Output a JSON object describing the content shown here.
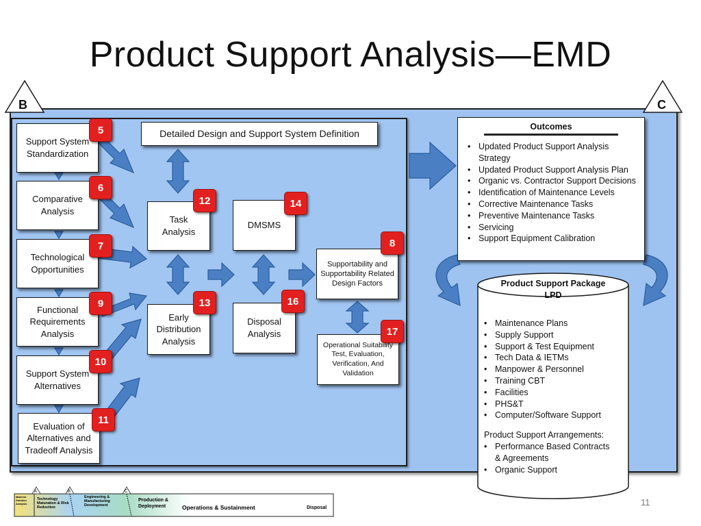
{
  "title": "Product Support Analysis—EMD",
  "milestones": {
    "left": "B",
    "right": "C"
  },
  "left_boxes": [
    {
      "label": "Support System Standardization",
      "badge": "5"
    },
    {
      "label": "Comparative Analysis",
      "badge": "6"
    },
    {
      "label": "Technological Opportunities",
      "badge": "7"
    },
    {
      "label": "Functional Requirements Analysis",
      "badge": "9"
    },
    {
      "label": "Support System Alternatives",
      "badge": "10"
    },
    {
      "label": "Evaluation of Alternatives and Tradeoff Analysis",
      "badge": "11"
    }
  ],
  "center": {
    "detailed_design": "Detailed Design and Support System Definition",
    "task_analysis": {
      "label": "Task Analysis",
      "badge": "12"
    },
    "dmsms": {
      "label": "DMSMS",
      "badge": "14"
    },
    "early_distribution": {
      "label": "Early Distribution Analysis",
      "badge": "13"
    },
    "disposal": {
      "label": "Disposal Analysis",
      "badge": "16"
    },
    "supportability": {
      "label": "Supportability and Supportability Related Design Factors",
      "badge": "8"
    },
    "operational_test": {
      "label": "Operational Suitability Test, Evaluation, Verification, And Validation",
      "badge": "17"
    }
  },
  "outcomes": {
    "heading": "Outcomes",
    "items": [
      "Updated Product Support Analysis Strategy",
      "Updated Product Support Analysis Plan",
      "Organic vs. Contractor Support Decisions",
      "Identification of Maintenance Levels",
      "Corrective Maintenance Tasks",
      "Preventive Maintenance Tasks",
      "Servicing",
      "Support Equipment Calibration"
    ]
  },
  "package": {
    "heading_1": "Product Support Package",
    "heading_2": "LPD",
    "items": [
      "Maintenance Plans",
      "Supply Support",
      "Support & Test Equipment",
      "Tech Data & IETMs",
      "Manpower & Personnel",
      "Training CBT",
      "Facilities",
      "PHS&T",
      "Computer/Software Support"
    ],
    "arrangements_heading": "Product Support Arrangements:",
    "arrangements": [
      "Performance Based Contracts & Agreements",
      "Organic Support"
    ]
  },
  "timeline": {
    "milestones": [
      "A",
      "B",
      "C"
    ],
    "phases": [
      "Materiel Solution Analysis",
      "Technology Maturation & Risk Reduction",
      "Engineering & Manufacturing Development",
      "Production & Deployment",
      "Operations & Sustainment",
      "Disposal"
    ]
  },
  "page_number": "11",
  "colors": {
    "frame_fill": "#9ec3f0",
    "arrow_fill": "#4a7fc4",
    "arrow_stroke": "#2b5d9c",
    "badge": "#e32020"
  }
}
